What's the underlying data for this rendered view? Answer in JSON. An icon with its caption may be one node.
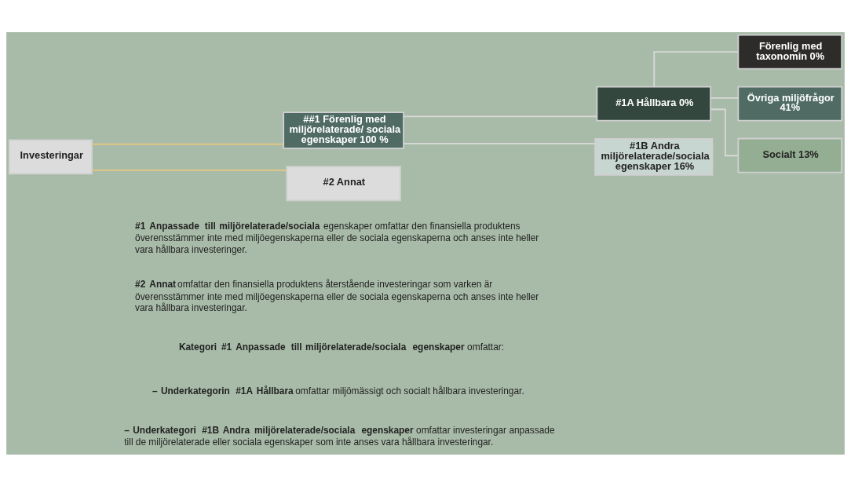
{
  "diagram": {
    "nodes": [
      {
        "text": [
          "Investeringar"
        ]
      },
      {
        "text": [
          "##1 Förenlig med miljörelaterade/ sociala egenskaper 100 %"
        ]
      },
      {
        "text": [
          "#2 Annat"
        ]
      },
      {
        "text": [
          "#1A Hållbara 0%"
        ]
      },
      {
        "text": [
          "#1B Andra miljörelaterade/sociala egenskaper 16%"
        ]
      },
      {
        "text": [
          "Förenlig med taxonomin 0%"
        ]
      },
      {
        "text": [
          "Övriga miljöfrågor 41%"
        ]
      },
      {
        "text": [
          "Socialt 13%"
        ]
      }
    ],
    "edges": [
      {
        "from": 0,
        "to": 1,
        "arrow": "none",
        "color": "#e8c77e"
      },
      {
        "from": 0,
        "to": 2,
        "arrow": "none",
        "color": "#e8c77e"
      },
      {
        "from": 1,
        "to": 3,
        "arrow": "none"
      },
      {
        "from": 1,
        "to": 4,
        "arrow": "none"
      },
      {
        "from": 3,
        "to": 5,
        "arrow": "none"
      },
      {
        "from": 3,
        "to": 6,
        "arrow": "none"
      },
      {
        "from": 3,
        "to": 7,
        "arrow": "none"
      }
    ],
    "labels": [
      "**#1 Anpassade till miljörelaterade/sociala** egenskaper omfattar den finansiella produktens överensstämmer inte med miljöegenskaperna eller de sociala egenskaperna och anses inte heller vara hållbara investeringer.",
      "**#2 Annat** omfattar den finansiella produktens återstående investeringar som varken är överensstämmer inte med miljöegenskaperna eller de sociala egenskaperna och anses inte heller vara hållbara investeringar.",
      "**Kategori #1 Anpassade till miljörelaterade/sociala egenskaper** omfattar:",
      "**– Underkategorin #1A Hållbara** omfattar miljömässigt och socialt hållbara investeringar.",
      "**– Underkategori #1B Andra miljörelaterade/sociala egenskaper** omfattar investeringar anpassade till de miljörelaterade eller sociala egenskaper som inte anses vara hållbara investeringar."
    ]
  }
}
